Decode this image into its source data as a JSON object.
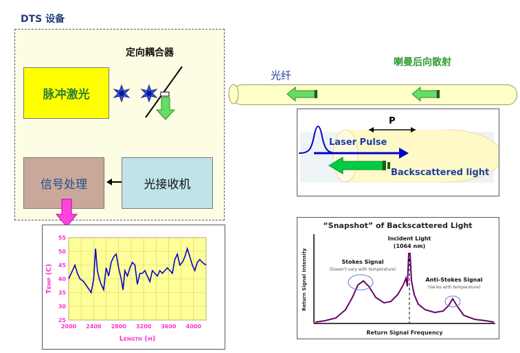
{
  "dts_title": "DTS 设备",
  "coupler_label": "定向耦合器",
  "fiber_label": "光纤",
  "raman_label": "喇曼后向散射",
  "laser_label": "脉冲激光",
  "receiver_label": "光接收机",
  "signal_label": "信号处理",
  "detail": {
    "p_label": "P",
    "laser_pulse": "Laser Pulse",
    "backscattered": "Backscattered light"
  },
  "spectrum": {
    "title": "“Snapshot” of Backscattered Light",
    "ylabel": "Return Signal Intensity",
    "xlabel": "Return Signal Frequency",
    "incident_1": "Incident Light",
    "incident_2": "(1064 nm)",
    "stokes_1": "Stokes Signal",
    "stokes_2": "(Doesn't vary with temperature)",
    "anti_1": "Anti-Stokes Signal",
    "anti_2": "(Varies with temperature)"
  },
  "colors": {
    "laser_box": "#ffff00",
    "receiver_box": "#bfe3e8",
    "signal_box": "#c9a89a",
    "chart_bg": "#ffff99",
    "chart_line": "#0000cc",
    "axis_text": "#ff33cc",
    "green_arrow": "#66dd66",
    "magenta_arrow": "#ff44dd",
    "spectrum_line": "#660066"
  },
  "chart_data": {
    "type": "line",
    "title": "",
    "xlabel": "Length (m)",
    "ylabel": "Temp (C)",
    "xlim": [
      2000,
      4200
    ],
    "ylim": [
      25,
      55
    ],
    "xticks": [
      "2000",
      "2400",
      "2800",
      "3200",
      "3600",
      "4000"
    ],
    "yticks": [
      "25",
      "30",
      "35",
      "40",
      "45",
      "50",
      "55"
    ],
    "grid": true,
    "series": [
      {
        "x": [
          2000,
          2060,
          2100,
          2140,
          2180,
          2240,
          2300,
          2360,
          2400,
          2430,
          2460,
          2490,
          2520,
          2560,
          2600,
          2640,
          2680,
          2720,
          2760,
          2800,
          2840,
          2870,
          2900,
          2940,
          2980,
          3020,
          3060,
          3100,
          3140,
          3180,
          3220,
          3260,
          3300,
          3340,
          3380,
          3420,
          3460,
          3500,
          3540,
          3580,
          3620,
          3660,
          3700,
          3740,
          3780,
          3820,
          3860,
          3900,
          3940,
          3980,
          4020,
          4060,
          4100,
          4140,
          4200
        ],
        "y": [
          40,
          43,
          45,
          42,
          40,
          39,
          37,
          35,
          40,
          51,
          43,
          40,
          38,
          36,
          44,
          41,
          46,
          48,
          49,
          44,
          40,
          36,
          43,
          41,
          44,
          46,
          45,
          38,
          42,
          42,
          43,
          41,
          39,
          43,
          42,
          41,
          43,
          42,
          43,
          44,
          43,
          42,
          47,
          49,
          45,
          46,
          48,
          51,
          48,
          45,
          43,
          46,
          47,
          46,
          45
        ]
      }
    ]
  }
}
